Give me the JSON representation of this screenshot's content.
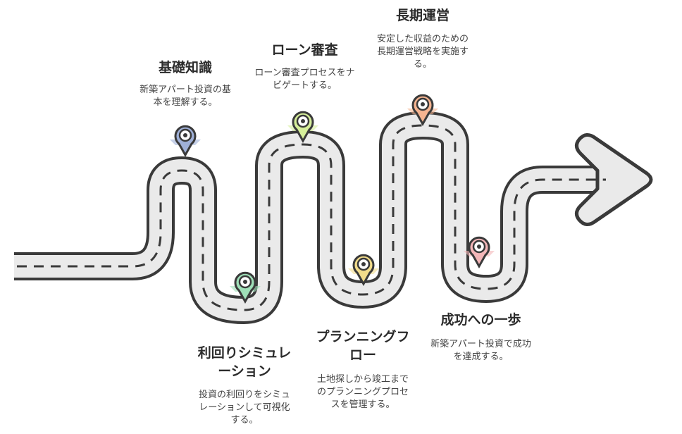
{
  "colors": {
    "road_fill": "#eaeaea",
    "road_outline": "#3a3a3a",
    "dash": "#3a3a3a"
  },
  "steps": [
    {
      "title": "基礎知識",
      "desc": "新築アパート投資の基本を理解する。",
      "accent": "#9fb0d8",
      "icon": "location-pin-icon"
    },
    {
      "title": "利回りシミュレーション",
      "desc": "投資の利回りをシミュレーションして可視化する。",
      "accent": "#9fe0b8",
      "icon": "location-pin-icon"
    },
    {
      "title": "ローン審査",
      "desc": "ローン審査プロセスをナビゲートする。",
      "accent": "#d6ef9a",
      "icon": "location-pin-icon"
    },
    {
      "title": "プランニングフロー",
      "desc": "土地探しから竣工までのプランニングプロセスを管理する。",
      "accent": "#f2dc8a",
      "icon": "location-pin-icon"
    },
    {
      "title": "長期運営",
      "desc": "安定した収益のための長期運営戦略を実施する。",
      "accent": "#f5b490",
      "icon": "location-pin-icon"
    },
    {
      "title": "成功への一歩",
      "desc": "新築アパート投資で成功を達成する。",
      "accent": "#f3b6b8",
      "icon": "location-pin-icon"
    }
  ]
}
